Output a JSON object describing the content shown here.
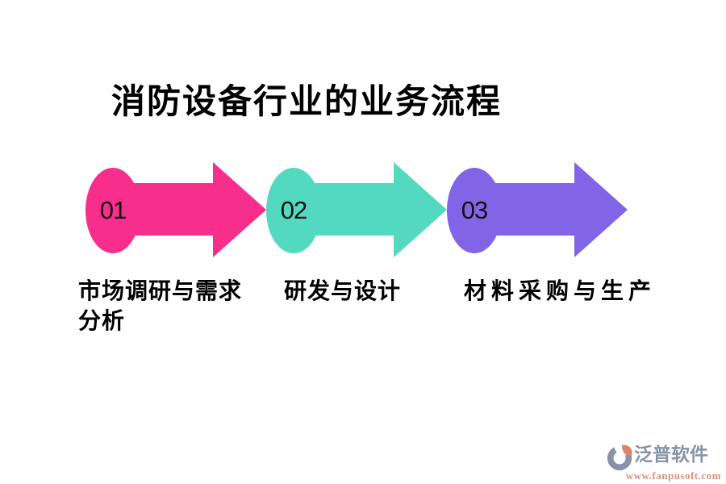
{
  "title": {
    "text": "消防设备行业的业务流程"
  },
  "steps": [
    {
      "number": "01",
      "label": "市场调研与需求分析",
      "color": "#f72e8b"
    },
    {
      "number": "02",
      "label": "研发与设计",
      "color": "#53d9c0"
    },
    {
      "number": "03",
      "label": "材料采购与生产",
      "color": "#8165e6"
    }
  ],
  "watermark": {
    "brand": "泛普软件",
    "url": "www.fanpusoft.com",
    "brand_color": "#8893a8",
    "url_color": "#de907d",
    "accent_color": "#d9826f",
    "icon": "fanpu-logo-icon"
  },
  "colors": {
    "background": "#ffffff",
    "title_text": "#000000",
    "number_text": "#111111"
  }
}
